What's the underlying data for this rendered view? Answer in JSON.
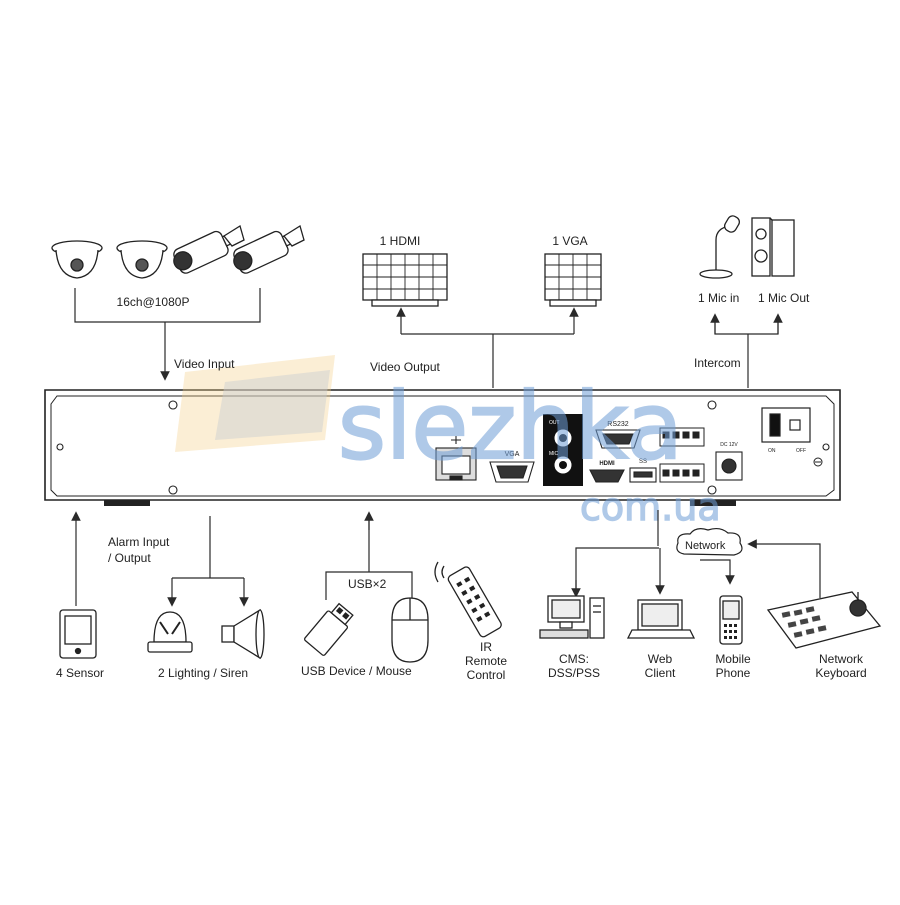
{
  "labels": {
    "cameras": "16ch@1080P",
    "video_input": "Video Input",
    "hdmi": "1 HDMI",
    "vga": "1 VGA",
    "video_output": "Video Output",
    "mic_in": "1 Mic in",
    "mic_out": "1 Mic Out",
    "intercom": "Intercom",
    "alarm_line1": "Alarm Input",
    "alarm_line2": "/ Output",
    "usb_x2": "USB×2",
    "network": "Network",
    "sensor": "4 Sensor",
    "lighting": "2 Lighting / Siren",
    "usb_device": "USB Device / Mouse",
    "ir_line1": "IR",
    "ir_line2": "Remote",
    "ir_line3": "Control",
    "cms_line1": "CMS:",
    "cms_line2": "DSS/PSS",
    "web_line1": "Web",
    "web_line2": "Client",
    "mobile_line1": "Mobile",
    "mobile_line2": "Phone",
    "keyboard_line1": "Network",
    "keyboard_line2": "Keyboard"
  },
  "panel": {
    "vga_port": "VGA",
    "rs232_port": "RS232",
    "hdmi_port": "HDMI",
    "usb_port": "SS",
    "audio_out": "OUT",
    "audio_in": "MIC",
    "power_on": "ON",
    "power_off": "OFF",
    "dc_label": "DC 12V"
  },
  "watermark": {
    "main": "slezhka",
    "sub": "com.ua"
  },
  "colors": {
    "line": "#2a2a2a",
    "watermark": "#6f9ed6",
    "panel": "#ffffff"
  }
}
